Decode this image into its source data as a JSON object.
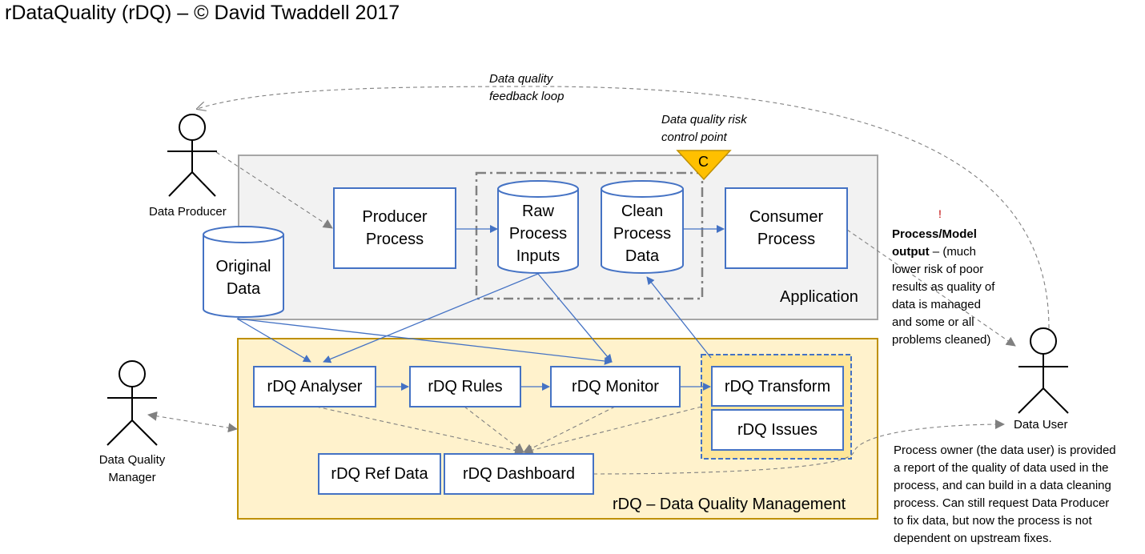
{
  "title": "rDataQuality (rDQ) – © David Twaddell 2017",
  "annotations": {
    "feedback_loop": [
      "Data quality",
      "feedback loop"
    ],
    "risk_point": [
      "Data quality risk",
      "control point"
    ],
    "control_marker": "C"
  },
  "actors": {
    "producer": "Data Producer",
    "manager": [
      "Data Quality",
      "Manager"
    ],
    "user": "Data User"
  },
  "areas": {
    "application": "Application",
    "dqm": "rDQ – Data Quality Management"
  },
  "nodes": {
    "producer_process": [
      "Producer",
      "Process"
    ],
    "raw_inputs": [
      "Raw",
      "Process",
      "Inputs"
    ],
    "clean_data": [
      "Clean",
      "Process",
      "Data"
    ],
    "consumer_process": [
      "Consumer",
      "Process"
    ],
    "original_data": [
      "Original",
      "Data"
    ],
    "analyser": "rDQ Analyser",
    "rules": "rDQ Rules",
    "monitor": "rDQ Monitor",
    "transform": "rDQ Transform",
    "issues": "rDQ Issues",
    "ref_data": "rDQ Ref Data",
    "dashboard": "rDQ Dashboard"
  },
  "notes": {
    "output_bold": [
      "Process/Model",
      "output"
    ],
    "output_rest": [
      " – (much",
      "lower risk of poor",
      "results as quality of",
      "data is managed",
      "and some or all",
      "problems cleaned)"
    ],
    "owner": [
      "Process owner (the data user) is provided",
      "a report of the quality of data used in the",
      "process, and can build in a data cleaning",
      "process. Can still request Data Producer",
      "to fix data, but now the process is not",
      "dependent on upstream fixes."
    ]
  },
  "colors": {
    "application_fill": "#f2f2f2",
    "application_border": "#a6a6a6",
    "dqm_fill": "#fff2cc",
    "dqm_border": "#bf9000",
    "node_border": "#4472c4",
    "connector": "#4472c4",
    "dashed": "#808080",
    "marker": "#ffc000"
  }
}
